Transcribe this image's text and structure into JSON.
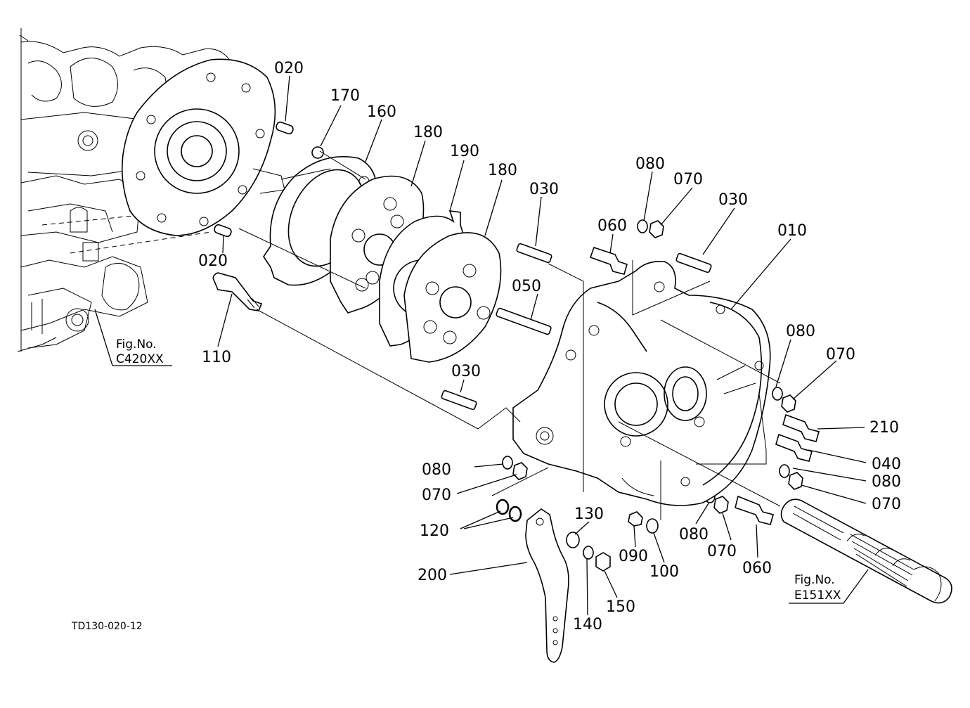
{
  "diagram": {
    "code": "TD130-020-12",
    "figure_refs": [
      {
        "id": "ref-c420",
        "title": "Fig.No.",
        "value": "C420XX"
      },
      {
        "id": "ref-e151",
        "title": "Fig.No.",
        "value": "E151XX"
      }
    ],
    "callouts": [
      {
        "id": "c-020-top",
        "label": "020"
      },
      {
        "id": "c-020-bot",
        "label": "020"
      },
      {
        "id": "c-170",
        "label": "170"
      },
      {
        "id": "c-160",
        "label": "160"
      },
      {
        "id": "c-180-a",
        "label": "180"
      },
      {
        "id": "c-190",
        "label": "190"
      },
      {
        "id": "c-180-b",
        "label": "180"
      },
      {
        "id": "c-030-a",
        "label": "030"
      },
      {
        "id": "c-030-b",
        "label": "030"
      },
      {
        "id": "c-030-c",
        "label": "030"
      },
      {
        "id": "c-050",
        "label": "050"
      },
      {
        "id": "c-060-top",
        "label": "060"
      },
      {
        "id": "c-080-top",
        "label": "080"
      },
      {
        "id": "c-070-top",
        "label": "070"
      },
      {
        "id": "c-010",
        "label": "010"
      },
      {
        "id": "c-110",
        "label": "110"
      },
      {
        "id": "c-080-r1",
        "label": "080"
      },
      {
        "id": "c-070-r1",
        "label": "070"
      },
      {
        "id": "c-210",
        "label": "210"
      },
      {
        "id": "c-040",
        "label": "040"
      },
      {
        "id": "c-080-r2",
        "label": "080"
      },
      {
        "id": "c-070-r2",
        "label": "070"
      },
      {
        "id": "c-080-l",
        "label": "080"
      },
      {
        "id": "c-070-l",
        "label": "070"
      },
      {
        "id": "c-120",
        "label": "120"
      },
      {
        "id": "c-130",
        "label": "130"
      },
      {
        "id": "c-200",
        "label": "200"
      },
      {
        "id": "c-140",
        "label": "140"
      },
      {
        "id": "c-150",
        "label": "150"
      },
      {
        "id": "c-090",
        "label": "090"
      },
      {
        "id": "c-100",
        "label": "100"
      },
      {
        "id": "c-080-b",
        "label": "080"
      },
      {
        "id": "c-070-b",
        "label": "070"
      },
      {
        "id": "c-060-b",
        "label": "060"
      }
    ]
  }
}
